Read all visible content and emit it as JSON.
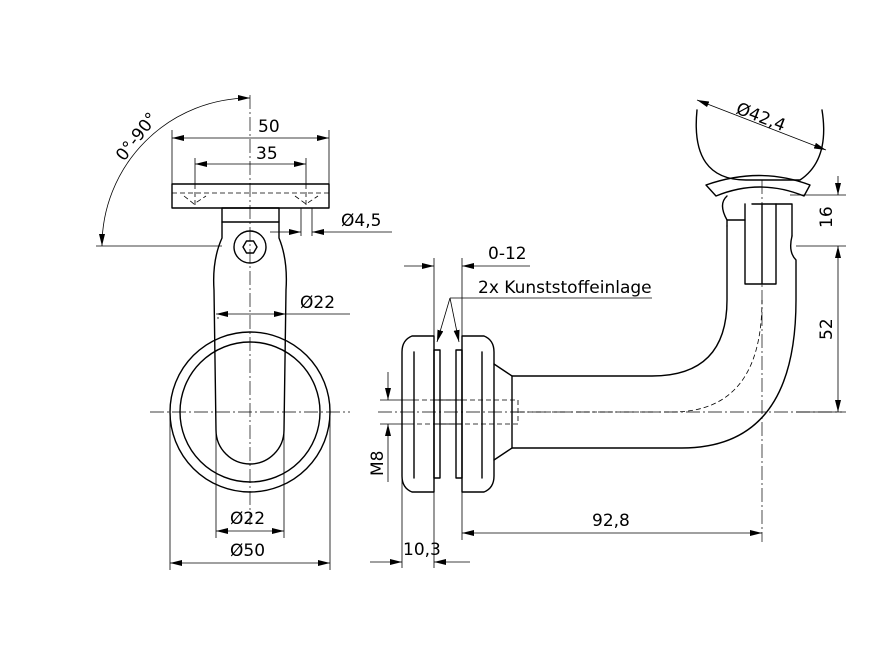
{
  "colors": {
    "line": "#000000",
    "background": "#ffffff"
  },
  "labels": {
    "angle": "0°-90°",
    "plate_width": "50",
    "hole_spacing": "35",
    "hole_diameter": "Ø4,5",
    "stem_diameter": "Ø22",
    "inner_diameter": "Ø22",
    "outer_diameter": "Ø50",
    "gap": "0-12",
    "insert_note": "2x Kunststoffeinlage",
    "thread": "M8",
    "disc_width": "10,3",
    "reach": "92,8",
    "rail_diameter": "Ø42,4",
    "saddle_height": "16",
    "arm_height": "52"
  }
}
